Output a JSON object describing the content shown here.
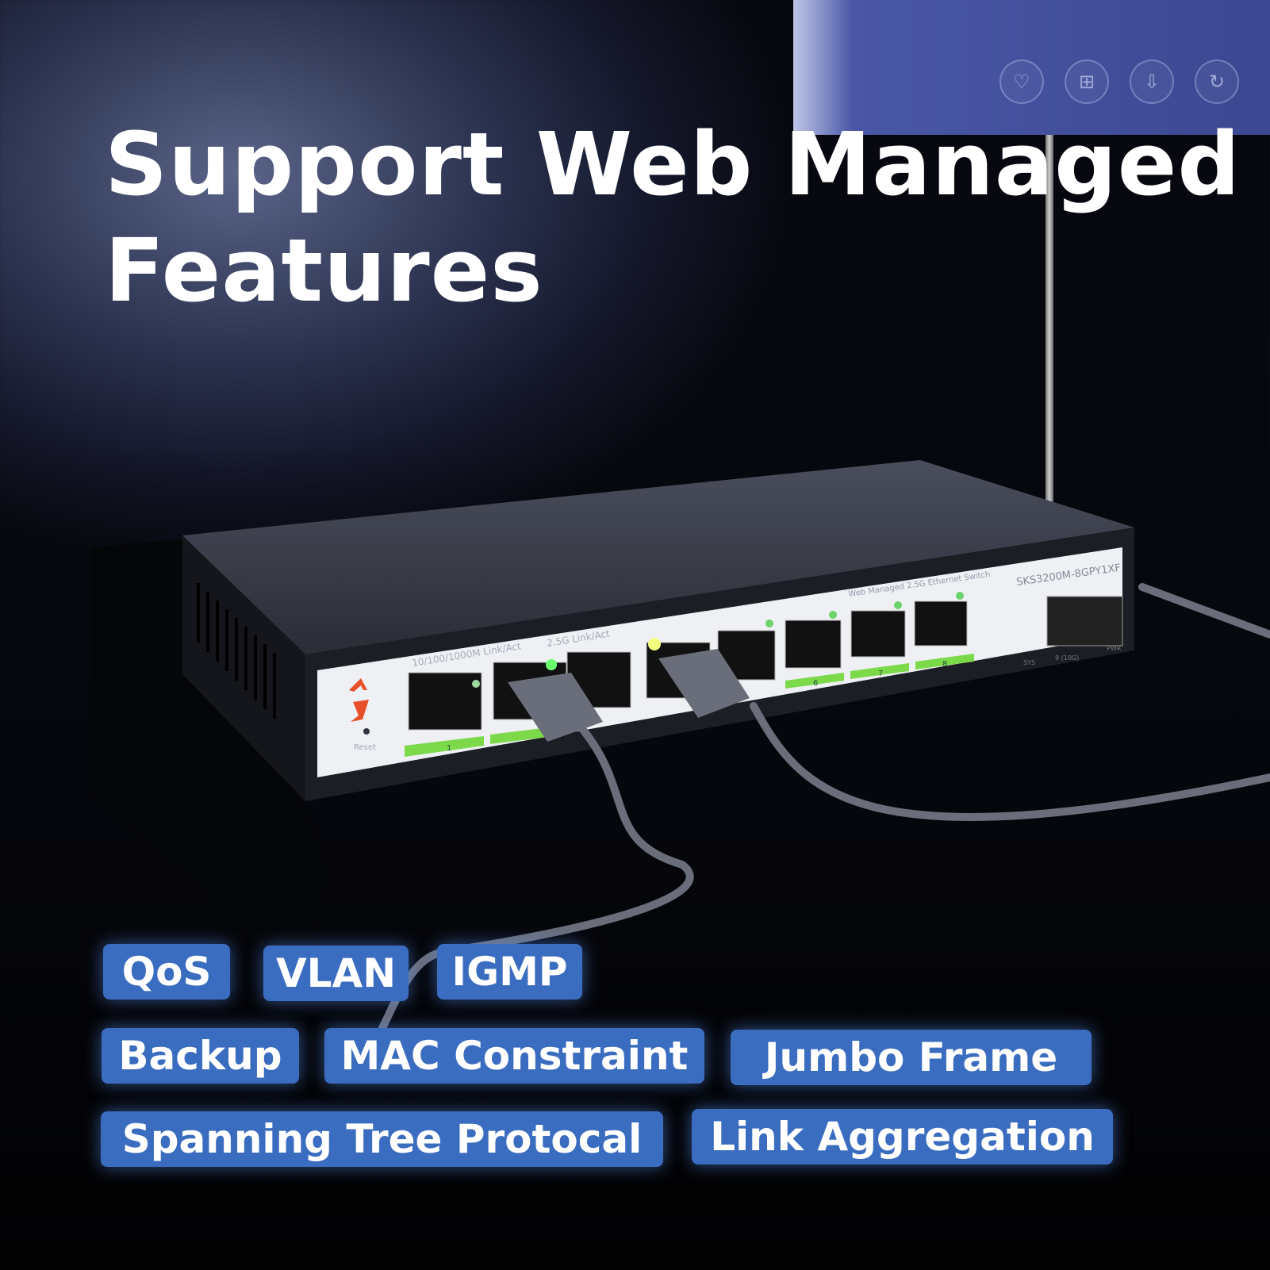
{
  "headline": {
    "line1": "Support Web Managed",
    "line2": "Features"
  },
  "monitor_icons": [
    "heart-icon",
    "clipboard-plus-icon",
    "download-vip-icon",
    "refresh-icon"
  ],
  "switch": {
    "model": "SKS3200M-8GPY1XF",
    "subtitle": "Web Managed 2.5G Ethernet Switch",
    "legend_1g": "10/100/1000M Link/Act",
    "legend_25g": "2.5G Link/Act",
    "reset_label": "Reset",
    "sfp_label": "9 (10G)",
    "sys_label": "SYS",
    "pwr_label": "PWR",
    "port_labels": [
      "1",
      "",
      "",
      "",
      "",
      "6",
      "7",
      "8"
    ]
  },
  "features": [
    "QoS",
    "VLAN",
    "IGMP",
    "Backup",
    "MAC Constraint",
    "Jumbo Frame",
    "Spanning Tree Protocal",
    "Link Aggregation"
  ],
  "colors": {
    "tag_bg": "#3a6cc0",
    "led_green": "#6cff6c",
    "port_strip": "#7cd94a"
  }
}
